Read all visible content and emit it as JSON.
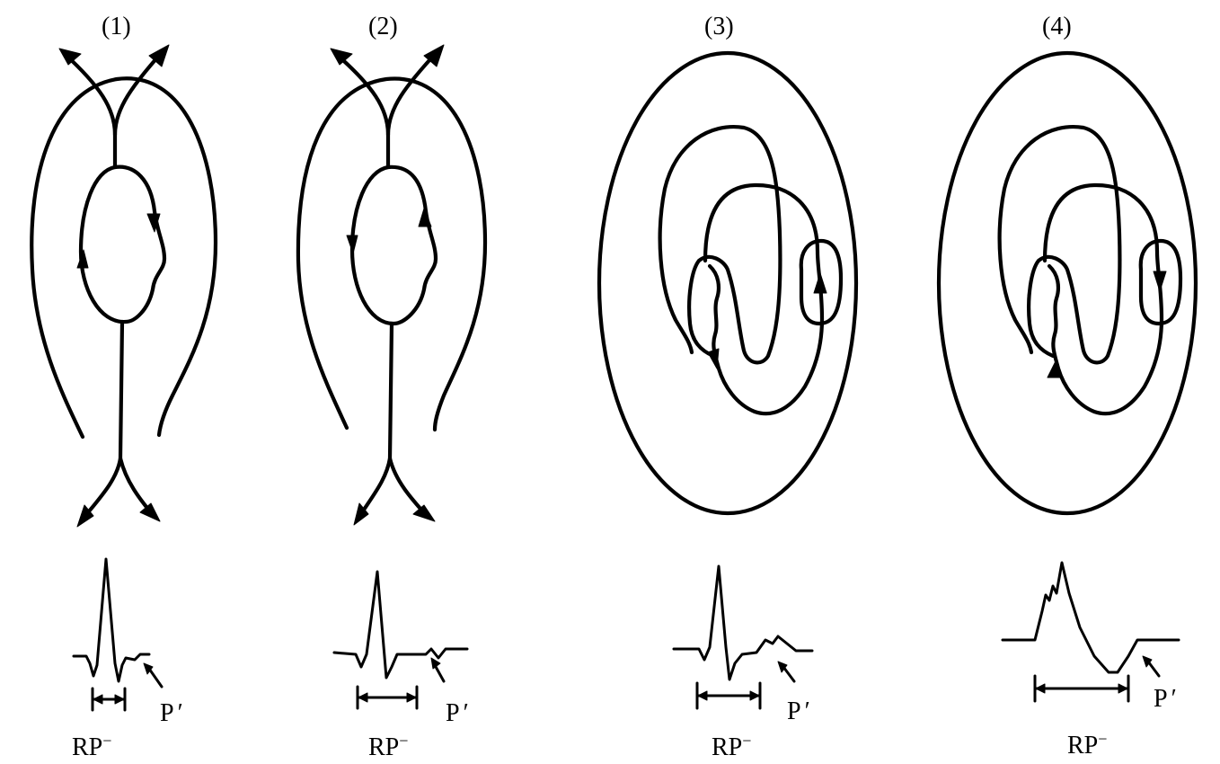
{
  "figure": {
    "panels": [
      {
        "label": "(1)",
        "p_label": "P",
        "p_prime": "′",
        "rp_label": "RP",
        "rp_sup": "−"
      },
      {
        "label": "(2)",
        "p_label": "P",
        "p_prime": "′",
        "rp_label": "RP",
        "rp_sup": "−"
      },
      {
        "label": "(3)",
        "p_label": "P",
        "p_prime": "′",
        "rp_label": "RP",
        "rp_sup": "−"
      },
      {
        "label": "(4)",
        "p_label": "P",
        "p_prime": "′",
        "rp_label": "RP",
        "rp_sup": "−"
      }
    ]
  },
  "colors": {
    "ink": "#000000",
    "background": "#ffffff"
  }
}
